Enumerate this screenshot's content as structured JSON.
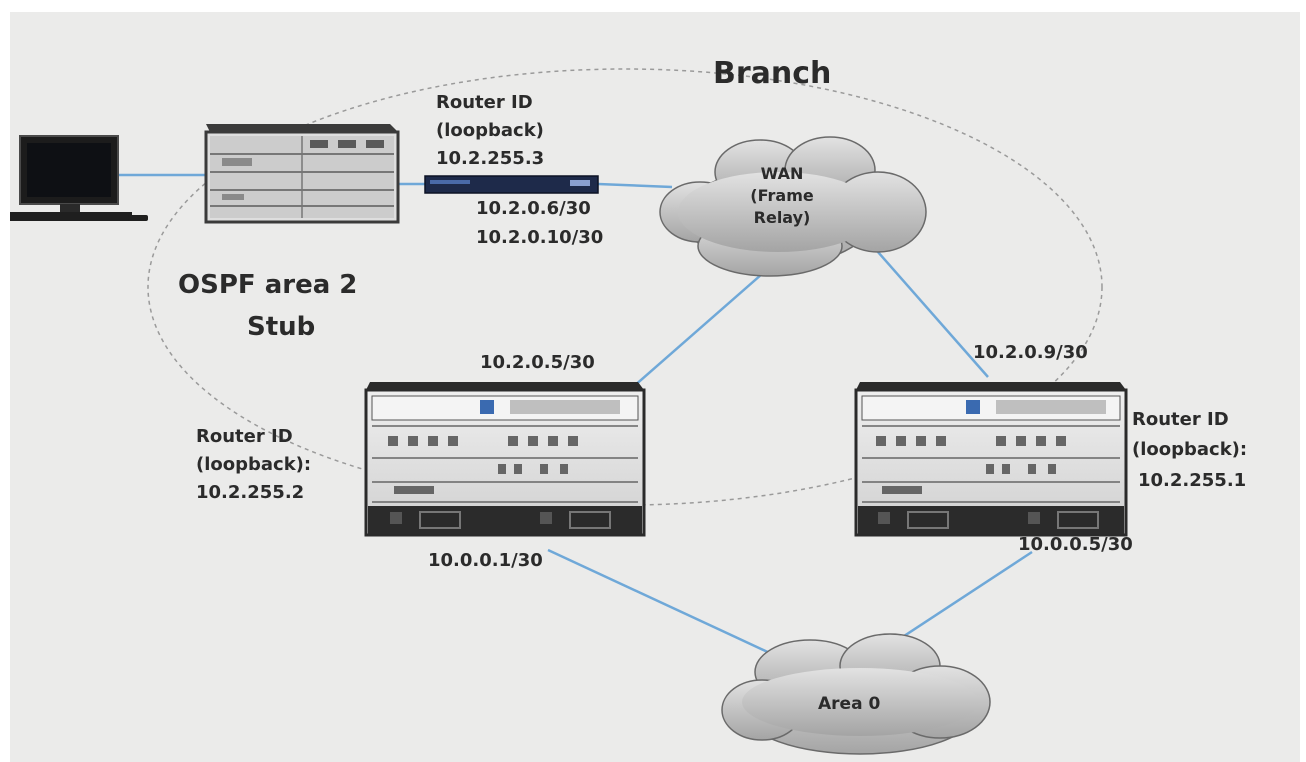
{
  "branch_title": "Branch",
  "ospf_area": {
    "line1": "OSPF area 2",
    "line2": "Stub"
  },
  "top_router": {
    "id_line1": "Router ID",
    "id_line2": "(loopback)",
    "id_value": "10.2.255.3",
    "if1": "10.2.0.6/30",
    "if2": "10.2.0.10/30"
  },
  "wan_cloud": {
    "line1": "WAN",
    "line2": "(Frame",
    "line3": "Relay)"
  },
  "left_router": {
    "id_line1": "Router ID",
    "id_line2": "(loopback):",
    "id_value": "10.2.255.2",
    "wan_if": "10.2.0.5/30",
    "area0_if": "10.0.0.1/30"
  },
  "right_router": {
    "id_line1": "Router ID",
    "id_line2": "(loopback):",
    "id_value": "10.2.255.1",
    "wan_if": "10.2.0.9/30",
    "area0_if": "10.0.0.5/30"
  },
  "area0_cloud": {
    "label": "Area 0"
  },
  "colors": {
    "link": "#6fa8d8",
    "text": "#2b2b2b",
    "background": "#ebebea"
  }
}
